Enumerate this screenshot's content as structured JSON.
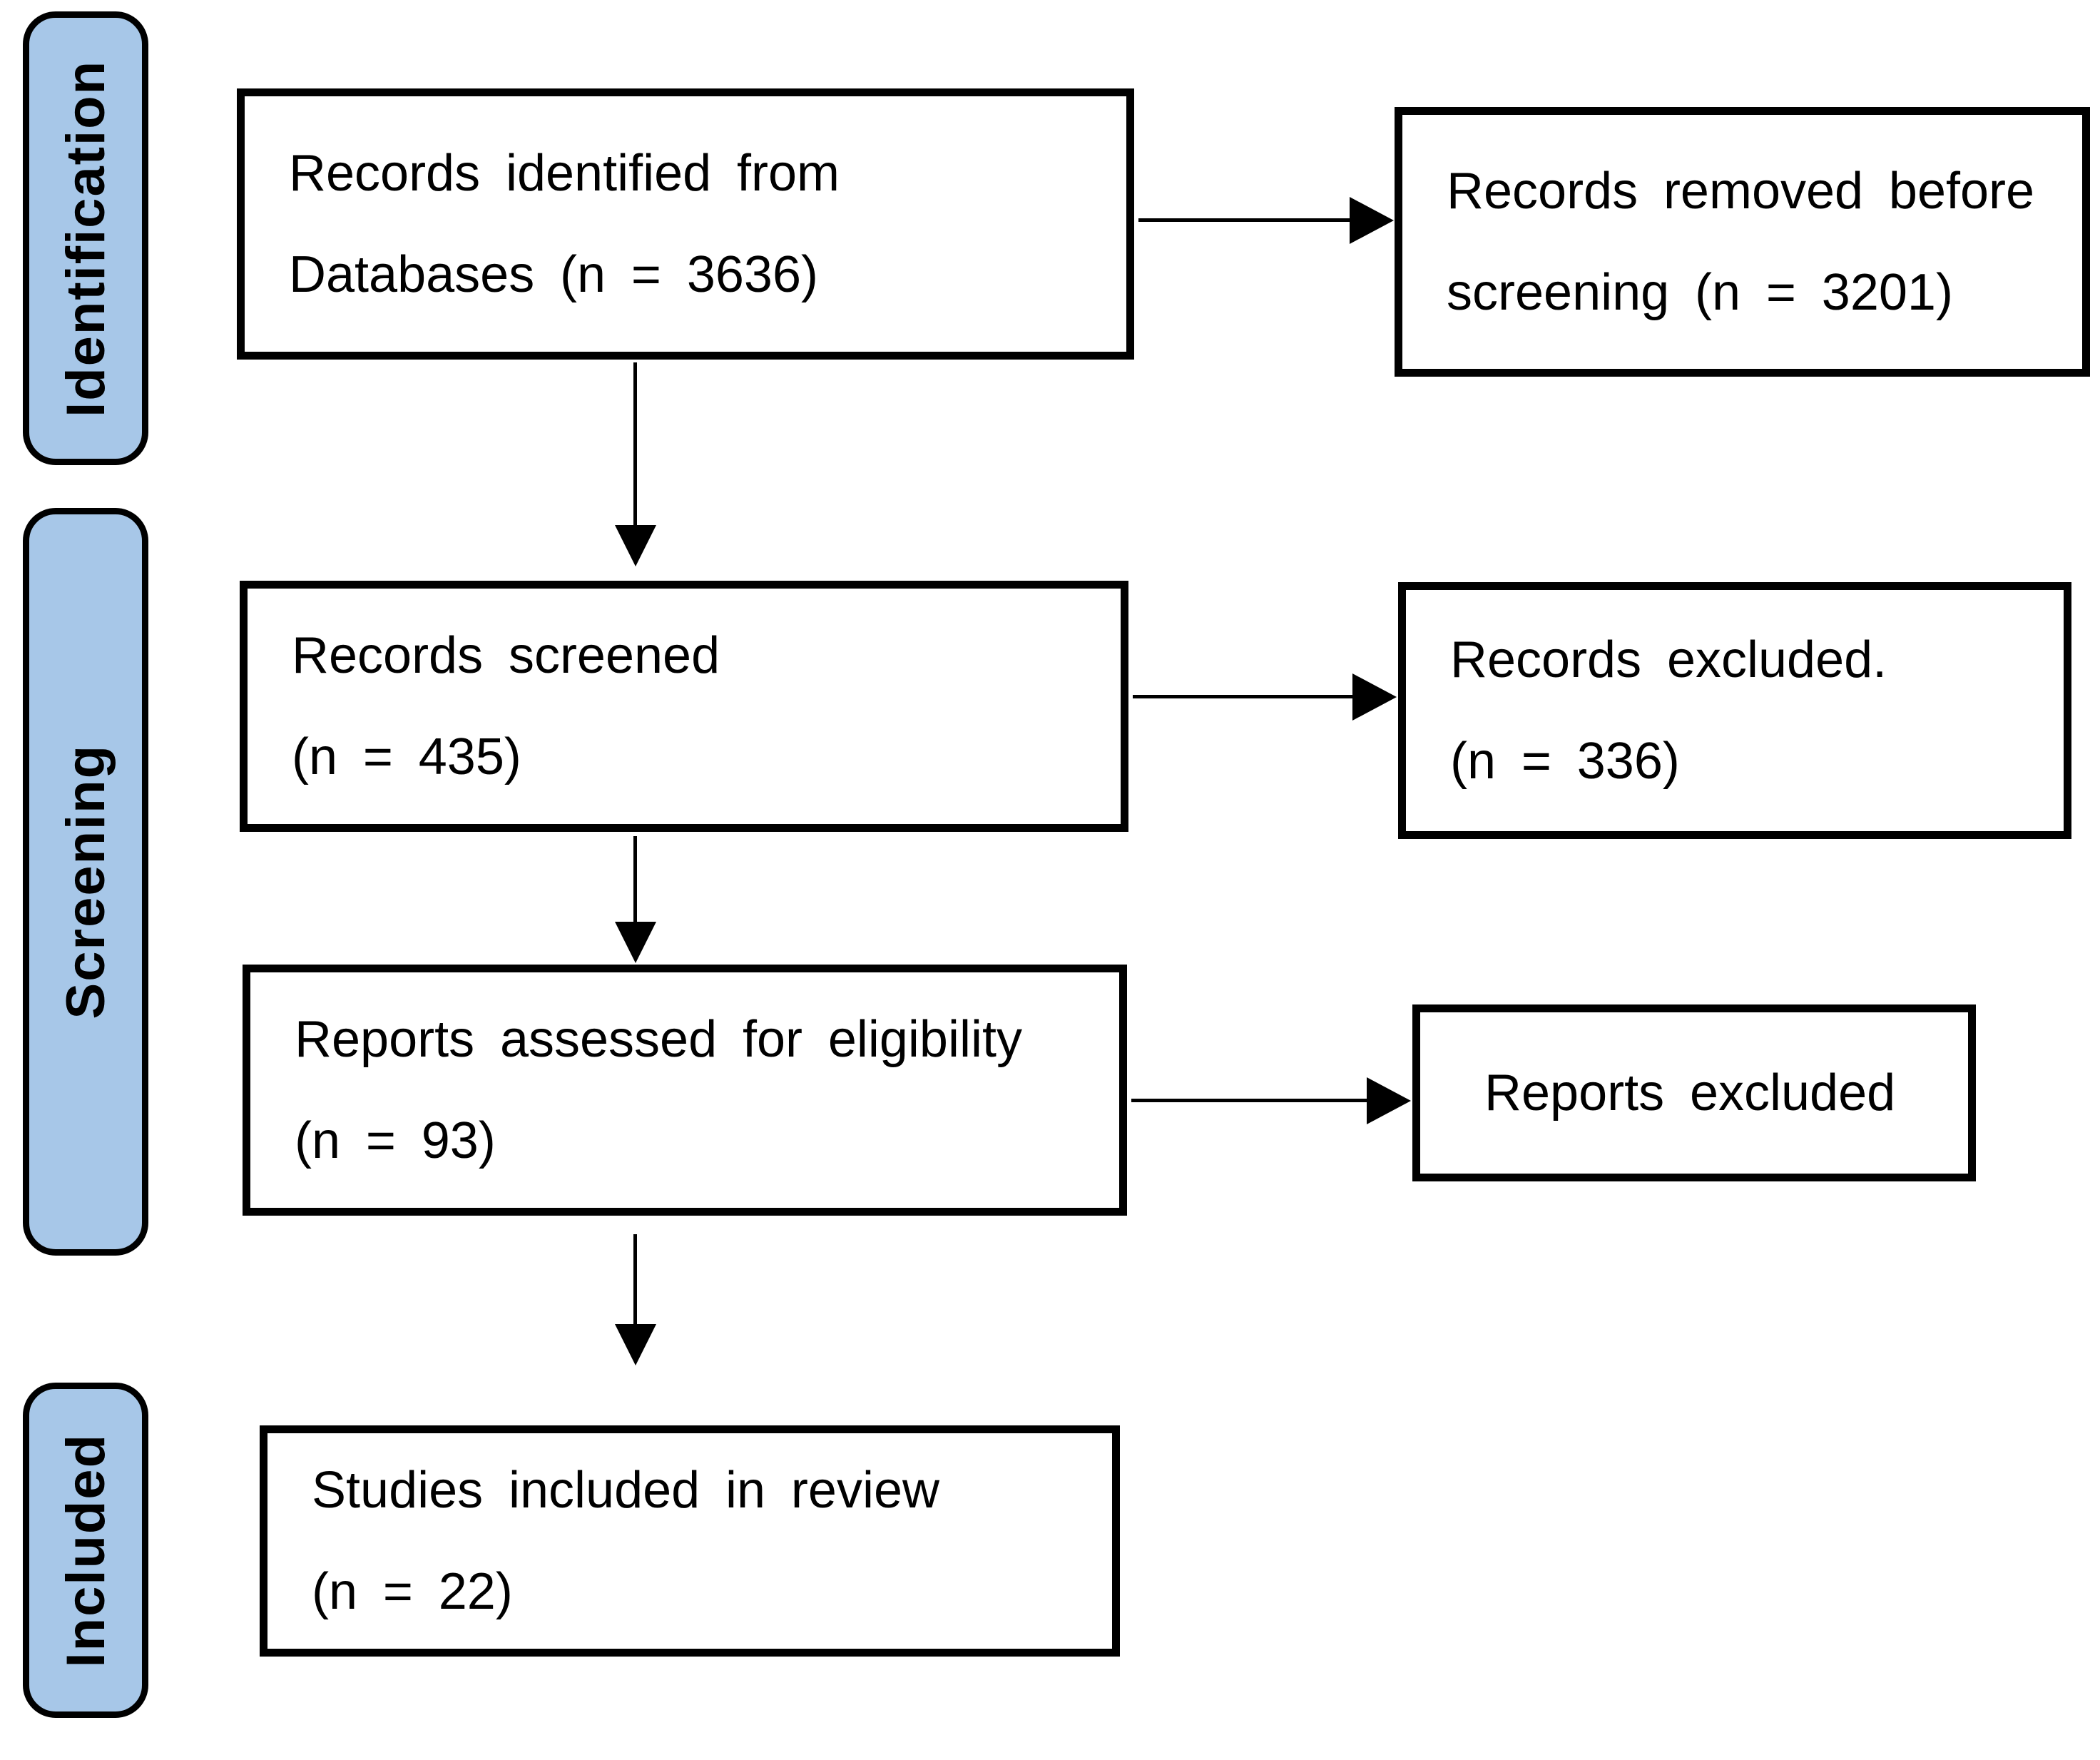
{
  "diagram_type": "prisma-flow",
  "stages": [
    {
      "label": "Identification"
    },
    {
      "label": "Screening"
    },
    {
      "label": "Included"
    }
  ],
  "boxes": {
    "identified": {
      "lines": [
        "Records identified from",
        "Databases (n = 3636)"
      ]
    },
    "removed": {
      "lines": [
        "Records removed before",
        "screening (n = 3201)"
      ]
    },
    "screened": {
      "lines": [
        "Records screened",
        "(n = 435)"
      ]
    },
    "records_excluded": {
      "lines": [
        "Records excluded.",
        "(n = 336)"
      ]
    },
    "assessed": {
      "lines": [
        "Reports assessed for eligibility",
        "(n = 93)"
      ]
    },
    "reports_excluded": {
      "lines": [
        "Reports excluded"
      ]
    },
    "included_studies": {
      "lines": [
        "Studies included in review",
        "(n = 22)"
      ]
    }
  },
  "counts": {
    "identified": 3636,
    "removed_before_screening": 3201,
    "screened": 435,
    "records_excluded": 336,
    "assessed_for_eligibility": 93,
    "included_in_review": 22
  },
  "colors": {
    "stage_fill": "#a7c7e8",
    "stage_border": "#000000",
    "box_fill": "#ffffff",
    "box_border": "#000000",
    "arrow": "#000000",
    "background": "#ffffff"
  }
}
